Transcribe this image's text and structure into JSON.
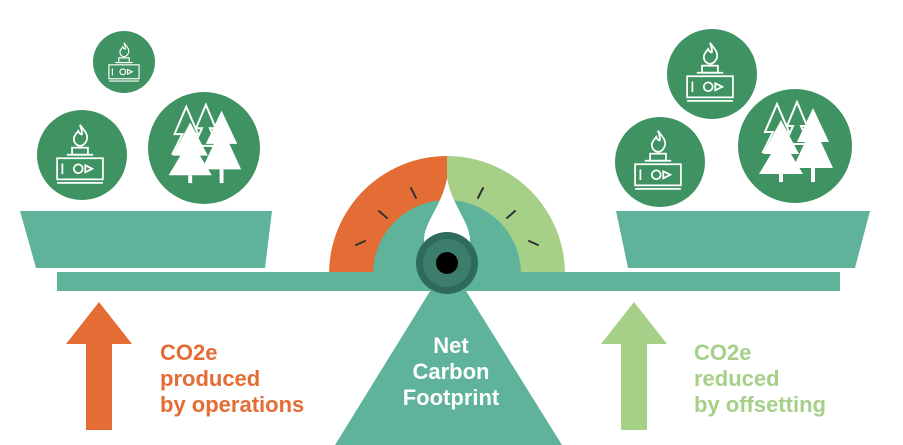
{
  "colors": {
    "teal": "#5fb39b",
    "dark_green": "#3f9261",
    "orange": "#e46c35",
    "light_green": "#a6cf88",
    "pivot_dark": "#2e6b5c",
    "pivot_mid": "#3d7d6c"
  },
  "left_label": {
    "line1": "CO2e",
    "line2": "produced",
    "line3": "by operations"
  },
  "right_label": {
    "line1": "CO2e",
    "line2": "reduced",
    "line3": "by offsetting"
  },
  "center_label": {
    "line1": "Net",
    "line2": "Carbon",
    "line3": "Footprint"
  },
  "icons": {
    "left_pan": [
      "stove-flame-icon",
      "stove-flame-icon",
      "pine-trees-icon"
    ],
    "right_pan": [
      "stove-flame-icon",
      "stove-flame-icon",
      "pine-trees-icon"
    ],
    "arrows": [
      "up-arrow-icon",
      "up-arrow-icon"
    ]
  }
}
